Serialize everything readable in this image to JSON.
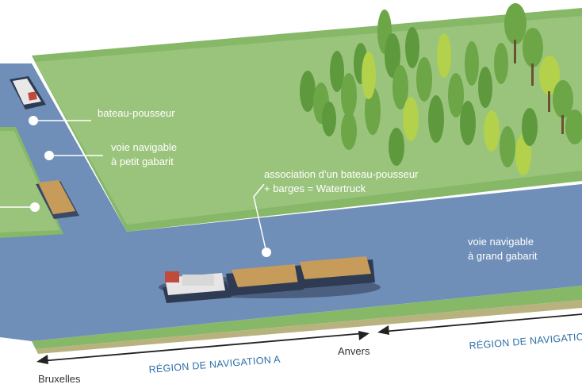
{
  "labels": {
    "pusher": "bateau-pousseur",
    "small_waterway_1": "voie navigable",
    "small_waterway_2": "à petit gabarit",
    "watertruck_1": "association d’un bateau-pousseur",
    "watertruck_2": "+ barges = Watertruck",
    "large_waterway_1": "voie navigable",
    "large_waterway_2": "à grand gabarit"
  },
  "places": {
    "left": "Bruxelles",
    "middle": "Anvers"
  },
  "regions": {
    "a": "RÉGION DE NAVIGATION A",
    "b": "RÉGION DE NAVIGATION B"
  },
  "colors": {
    "water": "#6f8fb8",
    "grass": "#86b868",
    "grass_light": "#a9cf8c",
    "bank": "#b8b27e",
    "tree_dark": "#5e9a3d",
    "tree_light": "#b3d14a",
    "region_text": "#2d6ea8"
  }
}
